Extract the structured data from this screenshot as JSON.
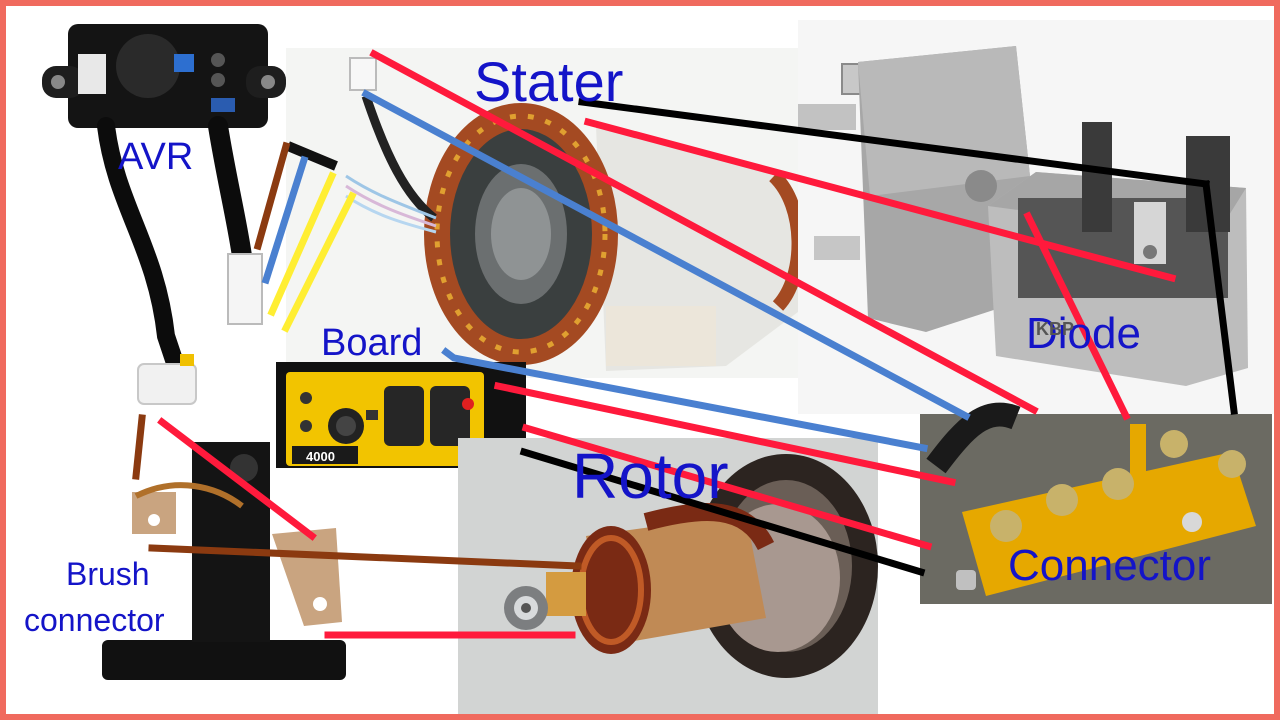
{
  "labels": {
    "stater": "Stater",
    "diode": "Diode",
    "avr": "AVR",
    "board": "Board",
    "rotor": "Rotor",
    "connector": "Connector",
    "brush_line1": "Brush",
    "brush_line2": "connector"
  },
  "printed_text": {
    "generator_panel_rating": "4000",
    "diode_marking": "KBP"
  },
  "colors": {
    "frame": "#f06a5e",
    "label_text": "#1414c8",
    "wire_red": "#ff1a3c",
    "wire_blue": "#4a80d0",
    "wire_black": "#000000",
    "wire_brown": "#8b3a10",
    "wire_yellow": "#ffee33",
    "panel_yellow": "#f2c400"
  },
  "components": [
    {
      "name": "AVR",
      "icon": "avr-module-icon"
    },
    {
      "name": "Stater",
      "icon": "stator-coil-icon"
    },
    {
      "name": "Diode",
      "icon": "bridge-rectifier-icon"
    },
    {
      "name": "Board",
      "icon": "generator-control-panel-icon"
    },
    {
      "name": "Rotor",
      "icon": "rotor-armature-icon"
    },
    {
      "name": "Connector",
      "icon": "terminal-block-icon"
    },
    {
      "name": "Brush connector",
      "icon": "carbon-brush-holder-icon"
    }
  ]
}
